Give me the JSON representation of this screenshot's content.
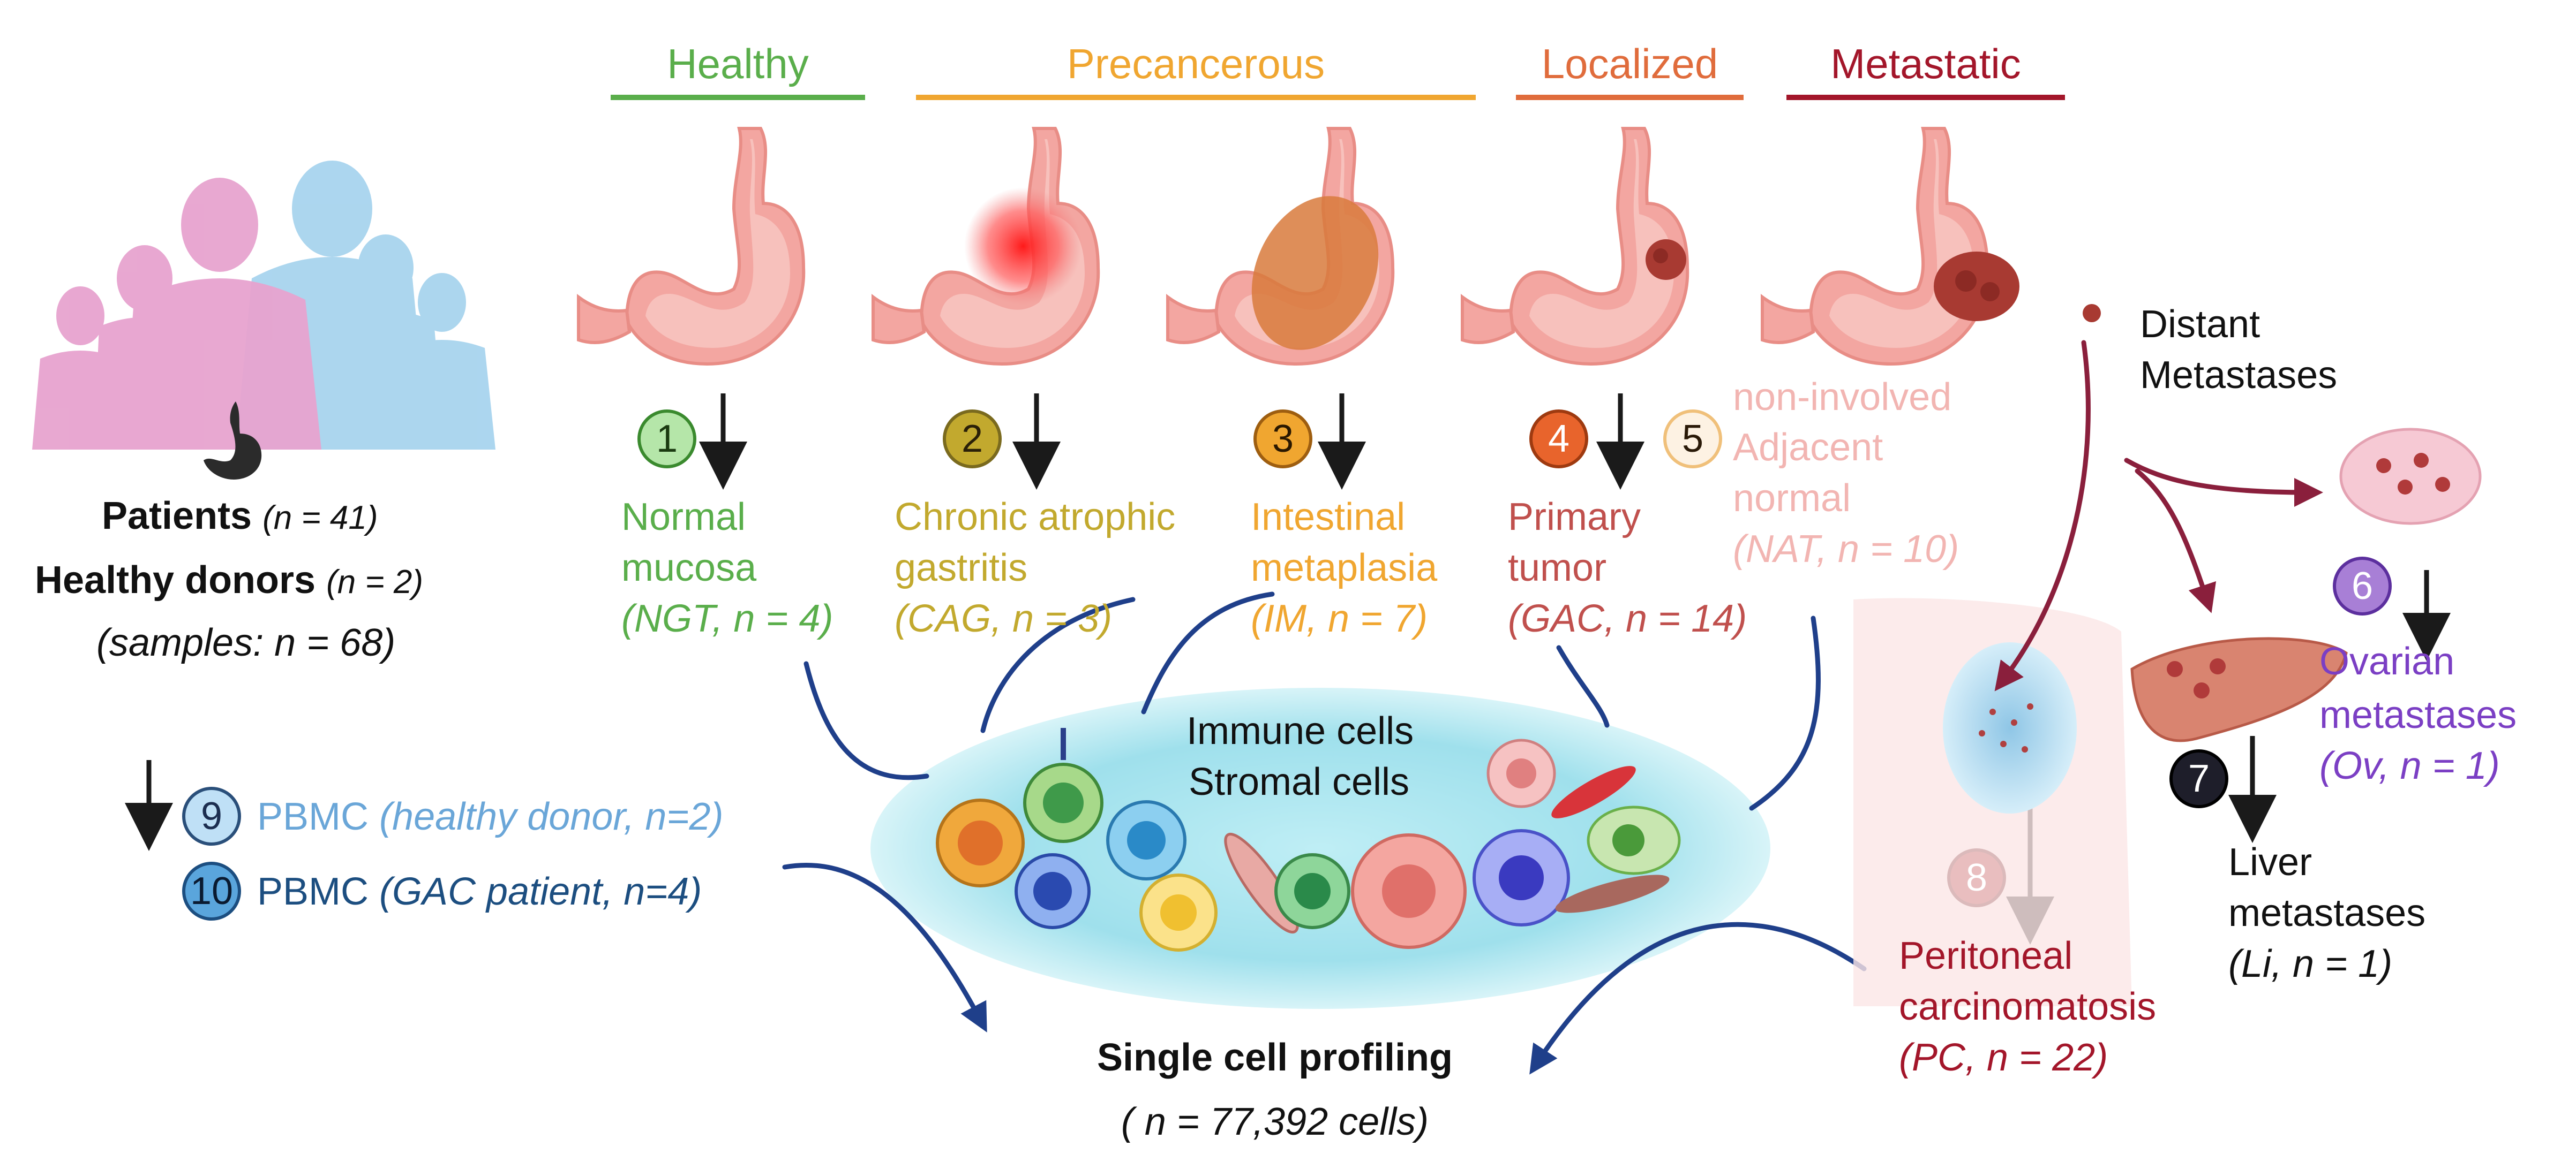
{
  "colors": {
    "healthy": "#5aae4b",
    "precancerous": "#f0a630",
    "localized": "#e06c3c",
    "metastatic": "#a3162a",
    "ngt": "#5aae4b",
    "cag": "#c2a92e",
    "im": "#f0a630",
    "gac": "#c0504d",
    "nat": "#f2b5b2",
    "ov": "#7b3fc4",
    "pbmc_healthy": "#6aa6d8",
    "pbmc_gac": "#1c4e80",
    "arrow_blue": "#1f3f8a",
    "arrow_wine": "#8a1f3c"
  },
  "stages": {
    "healthy": "Healthy",
    "precancerous": "Precancerous",
    "localized": "Localized",
    "metastatic": "Metastatic"
  },
  "cohort": {
    "patients": "Patients",
    "patients_n": "(n = 41)",
    "donors": "Healthy donors",
    "donors_n": "(n = 2)",
    "samples": "(samples: n = 68)"
  },
  "samples": {
    "s1": {
      "num": "1",
      "line1": "Normal",
      "line2": "mucosa",
      "line3": "(NGT, n = 4)"
    },
    "s2": {
      "num": "2",
      "line1": "Chronic atrophic",
      "line2": "gastritis",
      "line3": "(CAG, n = 3)"
    },
    "s3": {
      "num": "3",
      "line1": "Intestinal",
      "line2": "metaplasia",
      "line3": "(IM, n = 7)"
    },
    "s4": {
      "num": "4",
      "line1": "Primary",
      "line2": "tumor",
      "line3": "(GAC, n = 14)"
    },
    "s5": {
      "num": "5",
      "line1": "non-involved",
      "line2": "Adjacent",
      "line3": "normal",
      "line4": "(NAT, n = 10)"
    },
    "s6": {
      "num": "6",
      "line1": "Ovarian",
      "line2": "metastases",
      "line3": "(Ov, n = 1)"
    },
    "s7": {
      "num": "7",
      "line1": "Liver",
      "line2": "metastases",
      "line3": "(Li, n = 1)"
    },
    "s8": {
      "num": "8",
      "line1": "Peritoneal",
      "line2": "carcinomatosis",
      "line3": "(PC, n = 22)"
    },
    "s9": {
      "num": "9",
      "label": "PBMC",
      "detail": "(healthy donor, n=2)"
    },
    "s10": {
      "num": "10",
      "label": "PBMC",
      "detail": "(GAC patient, n=4)"
    }
  },
  "distant": {
    "line1": "Distant",
    "line2": "Metastases"
  },
  "cells": {
    "line1": "Immune cells",
    "line2": "Stromal cells"
  },
  "profiling": {
    "title": "Single cell profiling",
    "count": "( n = 77,392 cells)"
  }
}
